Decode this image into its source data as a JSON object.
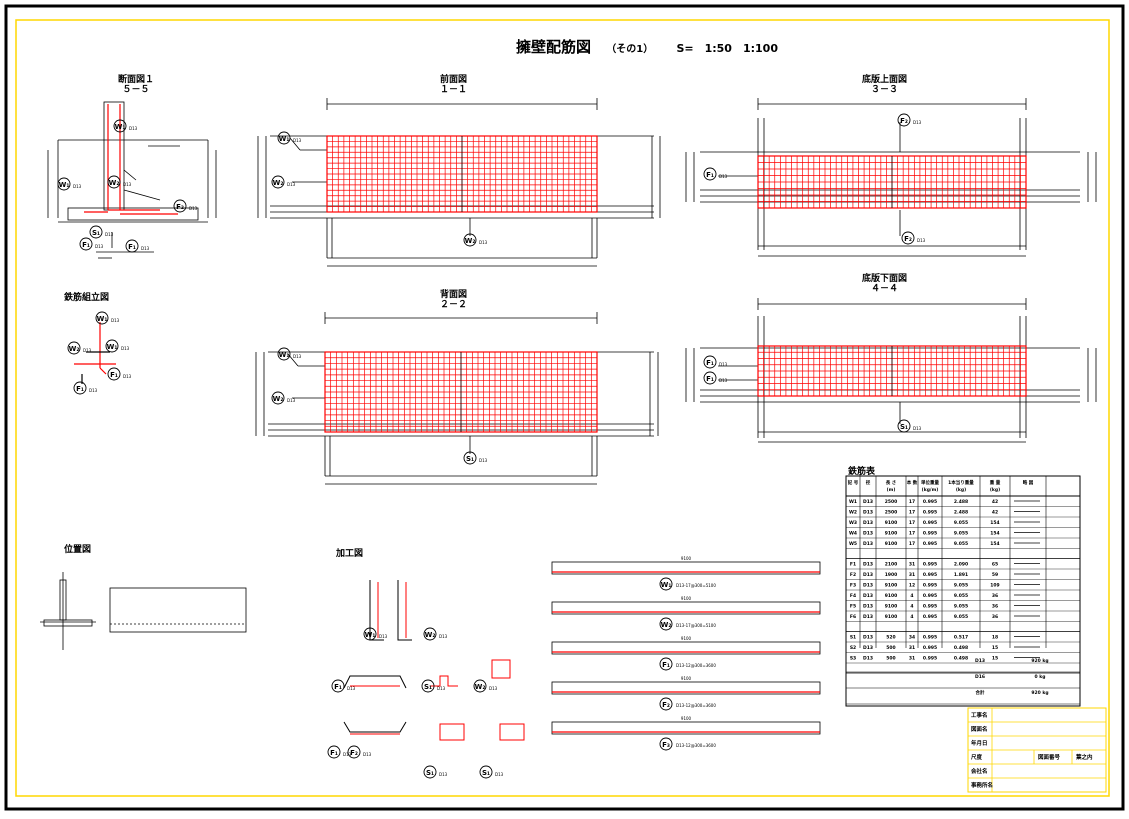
{
  "title": {
    "main": "擁壁配筋図",
    "sub": "（その1）",
    "scale": "S=　1:50　1:100"
  },
  "views": {
    "section55": {
      "title": "断面図１",
      "sub": "５－５"
    },
    "front11": {
      "title": "前面図",
      "sub": "１－１"
    },
    "base33": {
      "title": "底版上面図",
      "sub": "３－３"
    },
    "assembly": {
      "title": "鉄筋組立図"
    },
    "back22": {
      "title": "背面図",
      "sub": "２－２"
    },
    "base44": {
      "title": "底版下面図",
      "sub": "４－４"
    },
    "position": {
      "title": "位置図"
    },
    "processing": {
      "title": "加工図"
    }
  },
  "rebar_labels": {
    "W1": "W₁",
    "W2": "W₂",
    "F1": "F₁",
    "F2": "F₂",
    "S1": "S₁",
    "d13": "D13",
    "d16": "D16"
  },
  "long_bars": [
    {
      "mark": "W₁",
      "len": "9100",
      "spec": "D13-17@300=5100"
    },
    {
      "mark": "W₂",
      "len": "9100",
      "spec": "D13-17@300=5100"
    },
    {
      "mark": "F₁",
      "len": "9100",
      "spec": "D13-12@300=3600"
    },
    {
      "mark": "F₂",
      "len": "9100",
      "spec": "D13-12@300=3600"
    },
    {
      "mark": "F₃",
      "len": "9100",
      "spec": "D13-12@300=3600"
    }
  ],
  "rebar_table": {
    "title": "鉄筋表",
    "headers": [
      "記 号",
      "径",
      "長 さ\n(m)",
      "本 数",
      "単位重量\n(kg/m)",
      "1本当り重量\n(kg)",
      "重 量\n(kg)",
      "略 図"
    ],
    "groups": [
      [
        [
          "W1",
          "D13",
          "2500",
          "17",
          "0.995",
          "2.488",
          "42"
        ],
        [
          "W2",
          "D13",
          "2500",
          "17",
          "0.995",
          "2.488",
          "42"
        ],
        [
          "W3",
          "D13",
          "9100",
          "17",
          "0.995",
          "9.055",
          "154"
        ],
        [
          "W4",
          "D13",
          "9100",
          "17",
          "0.995",
          "9.055",
          "154"
        ],
        [
          "W5",
          "D13",
          "9100",
          "17",
          "0.995",
          "9.055",
          "154"
        ]
      ],
      [
        [
          "F1",
          "D13",
          "2100",
          "31",
          "0.995",
          "2.090",
          "65"
        ],
        [
          "F2",
          "D13",
          "1900",
          "31",
          "0.995",
          "1.891",
          "59"
        ],
        [
          "F3",
          "D13",
          "9100",
          "12",
          "0.995",
          "9.055",
          "109"
        ],
        [
          "F4",
          "D13",
          "9100",
          "4",
          "0.995",
          "9.055",
          "36"
        ],
        [
          "F5",
          "D13",
          "9100",
          "4",
          "0.995",
          "9.055",
          "36"
        ],
        [
          "F6",
          "D13",
          "9100",
          "4",
          "0.995",
          "9.055",
          "36"
        ]
      ],
      [
        [
          "S1",
          "D13",
          "520",
          "34",
          "0.995",
          "0.517",
          "18"
        ],
        [
          "S2",
          "D13",
          "500",
          "31",
          "0.995",
          "0.498",
          "15"
        ],
        [
          "S3",
          "D13",
          "500",
          "31",
          "0.995",
          "0.498",
          "15"
        ]
      ]
    ],
    "totals": [
      [
        "D13",
        "920 kg"
      ],
      [
        "D16",
        "0 kg"
      ],
      [
        "合計",
        "920 kg"
      ]
    ]
  },
  "title_block": {
    "rows": [
      "工事名",
      "図面名",
      "年月日",
      "尺度",
      "会社名",
      "事務所名"
    ],
    "drawing_no_label": "図面番号",
    "drawing_no_value": "葉之内"
  },
  "colors": {
    "border": "#000000",
    "frame": "#ffd700",
    "rebar": "#ff0000",
    "line": "#000000"
  }
}
